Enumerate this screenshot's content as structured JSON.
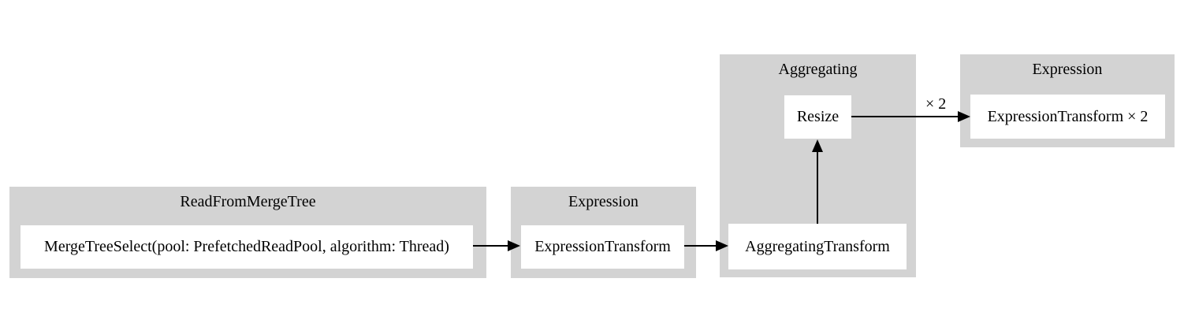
{
  "diagram": {
    "type": "pipeline-flowchart",
    "colors": {
      "background": "#ffffff",
      "cluster_fill": "#d3d3d3",
      "node_fill": "#ffffff",
      "edge": "#000000",
      "text": "#000000"
    },
    "clusters": [
      {
        "title": "ReadFromMergeTree",
        "nodes": [
          {
            "label": "MergeTreeSelect(pool: PrefetchedReadPool, algorithm: Thread)"
          }
        ]
      },
      {
        "title": "Expression",
        "nodes": [
          {
            "label": "ExpressionTransform"
          }
        ]
      },
      {
        "title": "Aggregating",
        "nodes": [
          {
            "label": "Resize"
          },
          {
            "label": "AggregatingTransform"
          }
        ]
      },
      {
        "title": "Expression",
        "nodes": [
          {
            "label": "ExpressionTransform × 2"
          }
        ]
      }
    ],
    "edges": [
      {
        "from": "MergeTreeSelect(pool: PrefetchedReadPool, algorithm: Thread)",
        "to": "ExpressionTransform",
        "label": ""
      },
      {
        "from": "ExpressionTransform",
        "to": "AggregatingTransform",
        "label": ""
      },
      {
        "from": "AggregatingTransform",
        "to": "Resize",
        "label": ""
      },
      {
        "from": "Resize",
        "to": "ExpressionTransform × 2",
        "label": "× 2"
      }
    ]
  }
}
